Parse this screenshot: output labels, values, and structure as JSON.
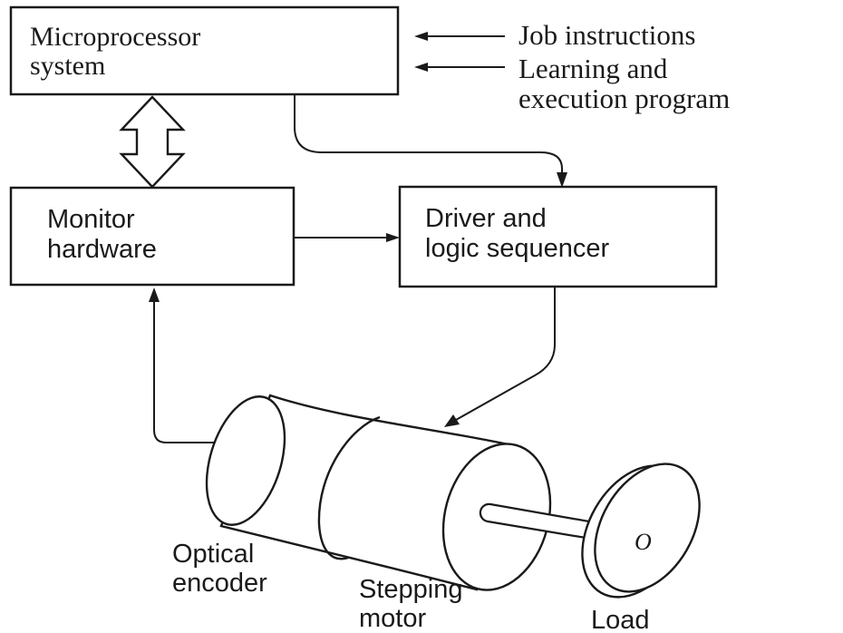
{
  "blocks": {
    "microprocessor": [
      "Microprocessor",
      "system"
    ],
    "monitor": [
      "Monitor",
      "hardware"
    ],
    "driver": [
      "Driver and",
      "logic sequencer"
    ]
  },
  "inputs": {
    "job": "Job instructions",
    "learning": [
      "Learning and",
      "execution program"
    ]
  },
  "components": {
    "encoder": [
      "Optical",
      "encoder"
    ],
    "motor": [
      "Stepping",
      "motor"
    ],
    "load": "Load",
    "load_mark": "O"
  }
}
